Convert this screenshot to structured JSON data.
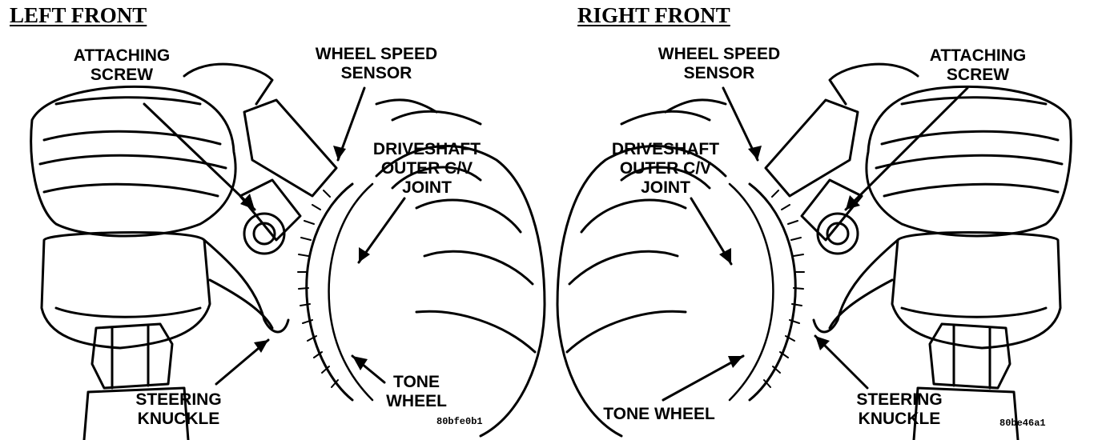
{
  "left": {
    "title": "LEFT FRONT",
    "labels": {
      "attaching_screw": [
        "ATTACHING",
        "SCREW"
      ],
      "wheel_speed_sensor": [
        "WHEEL SPEED",
        "SENSOR"
      ],
      "driveshaft_joint": [
        "DRIVESHAFT",
        "OUTER C/V",
        "JOINT"
      ],
      "tone_wheel": [
        "TONE",
        "WHEEL"
      ],
      "steering_knuckle": [
        "STEERING",
        "KNUCKLE"
      ]
    },
    "figure_code": "80bfe0b1"
  },
  "right": {
    "title": "RIGHT FRONT",
    "labels": {
      "wheel_speed_sensor": [
        "WHEEL SPEED",
        "SENSOR"
      ],
      "attaching_screw": [
        "ATTACHING",
        "SCREW"
      ],
      "driveshaft_joint": [
        "DRIVESHAFT",
        "OUTER C/V",
        "JOINT"
      ],
      "tone_wheel": [
        "TONE WHEEL"
      ],
      "steering_knuckle": [
        "STEERING",
        "KNUCKLE"
      ]
    },
    "figure_code": "80be46a1"
  }
}
